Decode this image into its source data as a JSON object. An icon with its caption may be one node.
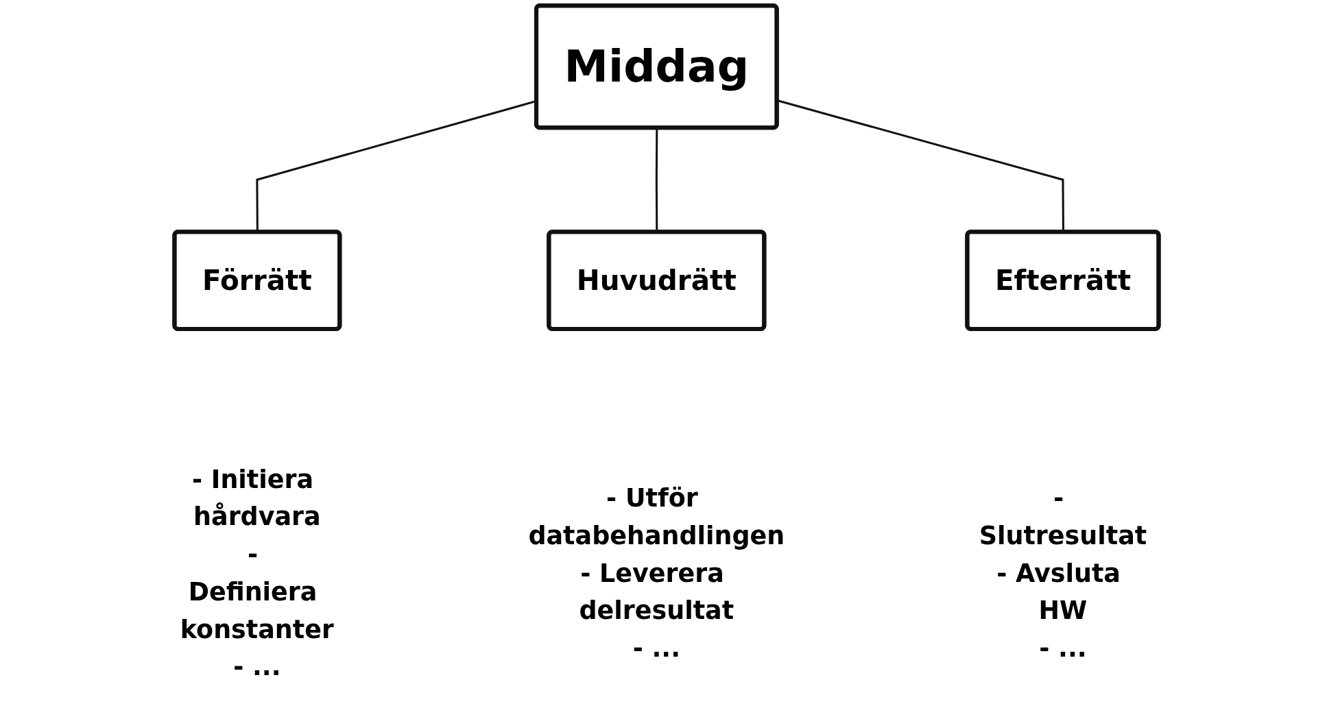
{
  "diagram": {
    "nodes": [
      {
        "text": [
          "Middag"
        ]
      },
      {
        "text": [
          "Förrätt"
        ],
        "beside": [
          "- Initiera hårdvara",
          "- Definiera konstanter",
          "- ..."
        ]
      },
      {
        "text": [
          "Huvudrätt"
        ],
        "beside": [
          "- Utför databehandlingen",
          "- Leverera delresultat",
          "- ..."
        ]
      },
      {
        "text": [
          "Efterrätt"
        ],
        "beside": [
          "- Slutresultat",
          "- Avsluta HW",
          "- ..."
        ]
      }
    ],
    "edges": [
      {
        "from": 0,
        "to": 1,
        "arrow": "none"
      },
      {
        "from": 0,
        "to": 2,
        "arrow": "none"
      },
      {
        "from": 0,
        "to": 3,
        "arrow": "none"
      }
    ]
  }
}
